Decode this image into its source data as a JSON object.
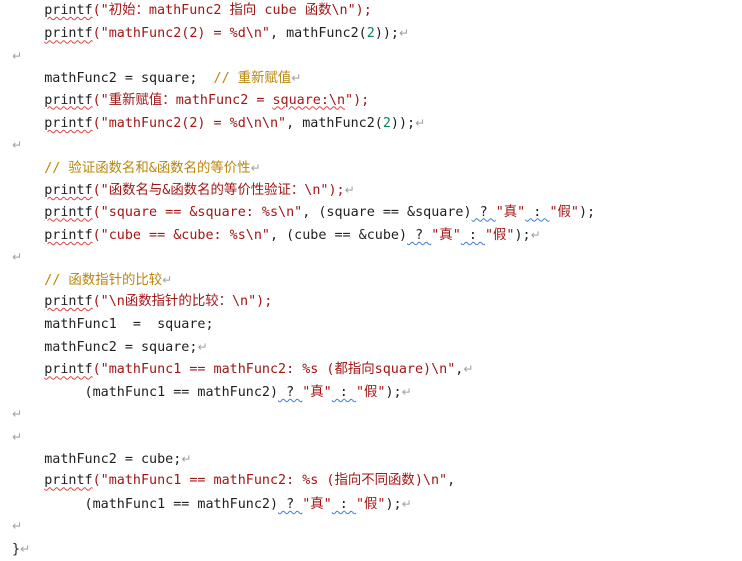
{
  "lines": [
    {
      "tokens": [
        {
          "t": "    ",
          "c": "black"
        },
        {
          "t": "printf",
          "c": "black",
          "w": "red"
        },
        {
          "t": "(\"初始：mathFunc2 指向 cube 函数\\n\");",
          "c": "str"
        }
      ]
    },
    {
      "tokens": [
        {
          "t": "    ",
          "c": "black"
        },
        {
          "t": "printf",
          "c": "black",
          "w": "red"
        },
        {
          "t": "(\"mathFunc2(2) = %d\\n\"",
          "c": "str"
        },
        {
          "t": ", mathFunc2(",
          "c": "black"
        },
        {
          "t": "2",
          "c": "num"
        },
        {
          "t": "));",
          "c": "black"
        },
        {
          "t": "↵",
          "c": "pm"
        }
      ]
    },
    {
      "tokens": [
        {
          "t": "↵",
          "c": "pm"
        }
      ]
    },
    {
      "tokens": [
        {
          "t": "    mathFunc2 = square;  ",
          "c": "black"
        },
        {
          "t": "// 重新赋值",
          "c": "cmt"
        },
        {
          "t": "↵",
          "c": "pm"
        }
      ]
    },
    {
      "tokens": [
        {
          "t": "    ",
          "c": "black"
        },
        {
          "t": "printf",
          "c": "black",
          "w": "red"
        },
        {
          "t": "(\"重新赋值：mathFunc2 = ",
          "c": "str"
        },
        {
          "t": "square:\\n",
          "c": "str",
          "w": "red"
        },
        {
          "t": "\");",
          "c": "str"
        }
      ]
    },
    {
      "tokens": [
        {
          "t": "    ",
          "c": "black"
        },
        {
          "t": "printf",
          "c": "black",
          "w": "red"
        },
        {
          "t": "(\"mathFunc2(2) = %d\\n\\n\"",
          "c": "str"
        },
        {
          "t": ", mathFunc2(",
          "c": "black"
        },
        {
          "t": "2",
          "c": "num"
        },
        {
          "t": "));",
          "c": "black"
        },
        {
          "t": "↵",
          "c": "pm"
        }
      ]
    },
    {
      "tokens": [
        {
          "t": "↵",
          "c": "pm"
        }
      ]
    },
    {
      "tokens": [
        {
          "t": "    ",
          "c": "black"
        },
        {
          "t": "// 验证函数名和&函数名的等价性",
          "c": "cmt"
        },
        {
          "t": "↵",
          "c": "pm"
        }
      ]
    },
    {
      "tokens": [
        {
          "t": "    ",
          "c": "black"
        },
        {
          "t": "printf",
          "c": "black",
          "w": "red"
        },
        {
          "t": "(\"函数名与&函数名的等价性验证：\\n\");",
          "c": "str"
        },
        {
          "t": "↵",
          "c": "pm"
        }
      ]
    },
    {
      "tokens": [
        {
          "t": "    ",
          "c": "black"
        },
        {
          "t": "printf",
          "c": "black",
          "w": "red"
        },
        {
          "t": "(\"square == &square: %s\\n\"",
          "c": "str"
        },
        {
          "t": ", (square == &square)",
          "c": "black"
        },
        {
          "t": " ? ",
          "c": "black",
          "w": "blue"
        },
        {
          "t": "\"真\"",
          "c": "str"
        },
        {
          "t": " : ",
          "c": "black",
          "w": "blue"
        },
        {
          "t": "\"假\"",
          "c": "str"
        },
        {
          "t": ");",
          "c": "black"
        }
      ]
    },
    {
      "tokens": [
        {
          "t": "    ",
          "c": "black"
        },
        {
          "t": "printf",
          "c": "black",
          "w": "red"
        },
        {
          "t": "(\"cube == &cube: %s\\n\"",
          "c": "str"
        },
        {
          "t": ", (cube == &cube)",
          "c": "black"
        },
        {
          "t": " ? ",
          "c": "black",
          "w": "blue"
        },
        {
          "t": "\"真\"",
          "c": "str"
        },
        {
          "t": " : ",
          "c": "black",
          "w": "blue"
        },
        {
          "t": "\"假\"",
          "c": "str"
        },
        {
          "t": ");",
          "c": "black"
        },
        {
          "t": "↵",
          "c": "pm"
        }
      ]
    },
    {
      "tokens": [
        {
          "t": "↵",
          "c": "pm"
        }
      ]
    },
    {
      "tokens": [
        {
          "t": "    ",
          "c": "black"
        },
        {
          "t": "// 函数指针的比较",
          "c": "cmt"
        },
        {
          "t": "↵",
          "c": "pm"
        }
      ]
    },
    {
      "tokens": [
        {
          "t": "    ",
          "c": "black"
        },
        {
          "t": "printf",
          "c": "black",
          "w": "red"
        },
        {
          "t": "(\"\\n函数指针的比较：\\n\");",
          "c": "str"
        }
      ]
    },
    {
      "tokens": [
        {
          "t": "    mathFunc1  =  square;",
          "c": "black"
        }
      ]
    },
    {
      "tokens": [
        {
          "t": "    mathFunc2 = square;",
          "c": "black"
        },
        {
          "t": "↵",
          "c": "pm"
        }
      ]
    },
    {
      "tokens": [
        {
          "t": "    ",
          "c": "black"
        },
        {
          "t": "printf",
          "c": "black",
          "w": "red"
        },
        {
          "t": "(\"mathFunc1 == mathFunc2: %s (都指向square)\\n\"",
          "c": "str"
        },
        {
          "t": ",",
          "c": "black"
        },
        {
          "t": "↵",
          "c": "pm"
        }
      ]
    },
    {
      "tokens": [
        {
          "t": "         (mathFunc1 == mathFunc2)",
          "c": "black"
        },
        {
          "t": " ? ",
          "c": "black",
          "w": "blue"
        },
        {
          "t": "\"真\"",
          "c": "str"
        },
        {
          "t": " : ",
          "c": "black",
          "w": "blue"
        },
        {
          "t": "\"假\"",
          "c": "str"
        },
        {
          "t": ");",
          "c": "black"
        },
        {
          "t": "↵",
          "c": "pm"
        }
      ]
    },
    {
      "tokens": [
        {
          "t": "↵",
          "c": "pm"
        }
      ]
    },
    {
      "tokens": [
        {
          "t": "↵",
          "c": "pm"
        }
      ]
    },
    {
      "tokens": [
        {
          "t": "    mathFunc2 = cube;",
          "c": "black"
        },
        {
          "t": "↵",
          "c": "pm"
        }
      ]
    },
    {
      "tokens": [
        {
          "t": "    ",
          "c": "black"
        },
        {
          "t": "printf",
          "c": "black",
          "w": "red"
        },
        {
          "t": "(\"mathFunc1 == mathFunc2: %s (指向不同函数)\\n\"",
          "c": "str"
        },
        {
          "t": ",",
          "c": "black"
        }
      ]
    },
    {
      "tokens": [
        {
          "t": "         (mathFunc1 == mathFunc2)",
          "c": "black"
        },
        {
          "t": " ? ",
          "c": "black",
          "w": "blue"
        },
        {
          "t": "\"真\"",
          "c": "str"
        },
        {
          "t": " : ",
          "c": "black",
          "w": "blue"
        },
        {
          "t": "\"假\"",
          "c": "str"
        },
        {
          "t": ");",
          "c": "black"
        },
        {
          "t": "↵",
          "c": "pm"
        }
      ]
    },
    {
      "tokens": [
        {
          "t": "↵",
          "c": "pm"
        }
      ]
    },
    {
      "tokens": [
        {
          "t": "}",
          "c": "black"
        },
        {
          "t": "↵",
          "c": "pm"
        }
      ]
    }
  ]
}
